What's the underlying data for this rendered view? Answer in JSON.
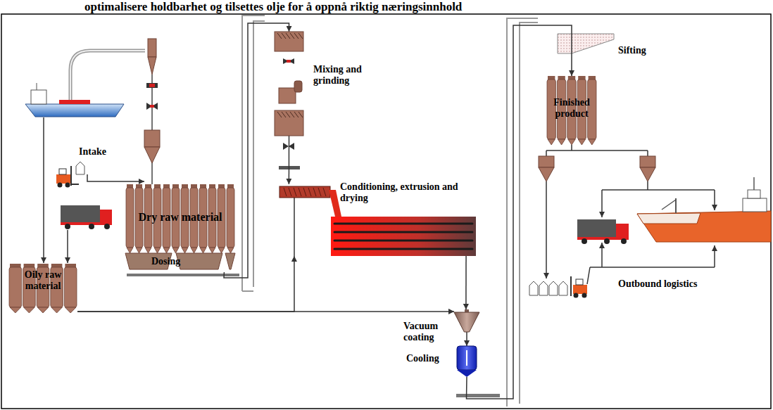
{
  "diagram": {
    "nodes": [
      {
        "text": [
          "Dry raw material"
        ]
      },
      {
        "text": [
          "Dosing"
        ]
      },
      {
        "text": [
          "Oily raw material"
        ]
      },
      {
        "text": [
          "Mixing and grinding"
        ]
      },
      {
        "text": [
          "Conditioning, extrusion and drying"
        ]
      },
      {
        "text": [
          "Vacuum coating"
        ]
      },
      {
        "text": [
          "Cooling"
        ]
      },
      {
        "text": [
          "Finished product"
        ]
      }
    ],
    "edges": [
      {
        "from": 1,
        "to": 3,
        "arrow": "to"
      },
      {
        "from": 3,
        "to": 4,
        "arrow": "to"
      },
      {
        "from": 2,
        "to": 4,
        "arrow": "to"
      },
      {
        "from": 2,
        "to": 5,
        "arrow": "to"
      },
      {
        "from": 4,
        "to": 5,
        "arrow": "to"
      },
      {
        "from": 5,
        "to": 6,
        "arrow": "to"
      },
      {
        "from": 6,
        "to": 7,
        "arrow": "to"
      }
    ],
    "labels": [
      "optimalisere holdbarhet og tilsettes olje for å oppnå riktig næringsinnhold",
      "Intake",
      "Sifting",
      "Outbound logistics"
    ]
  }
}
